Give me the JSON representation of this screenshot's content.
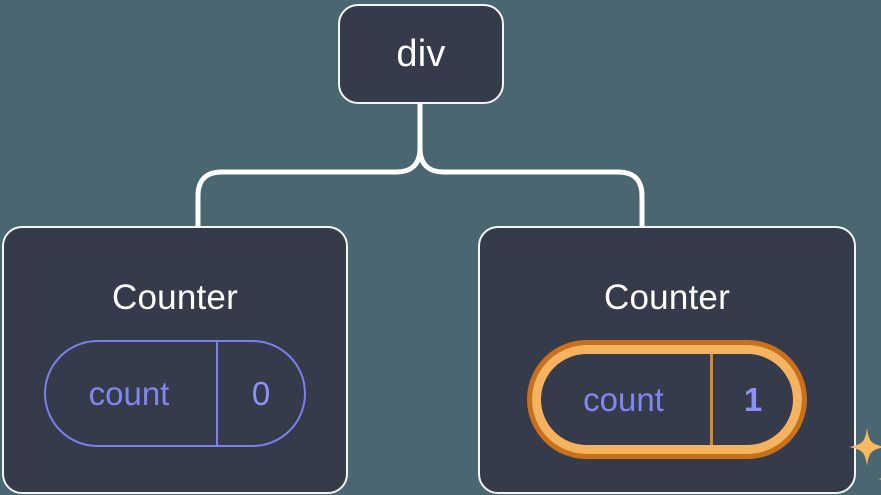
{
  "diagram": {
    "type": "component-tree",
    "background_color": "#4a6670",
    "node_fill_color": "#353b4a",
    "node_border_color": "#f2f4f7",
    "connector_color": "#ffffff",
    "accent_purple": "#7b80ea",
    "accent_orange_light": "#f5b35f",
    "accent_orange_dark": "#c8711a"
  },
  "root": {
    "label": "div"
  },
  "children": [
    {
      "title": "Counter",
      "highlighted": false,
      "state": {
        "key": "count",
        "value": "0"
      }
    },
    {
      "title": "Counter",
      "highlighted": true,
      "state": {
        "key": "count",
        "value": "1"
      },
      "sparkle_icon": "sparkles-icon"
    }
  ]
}
